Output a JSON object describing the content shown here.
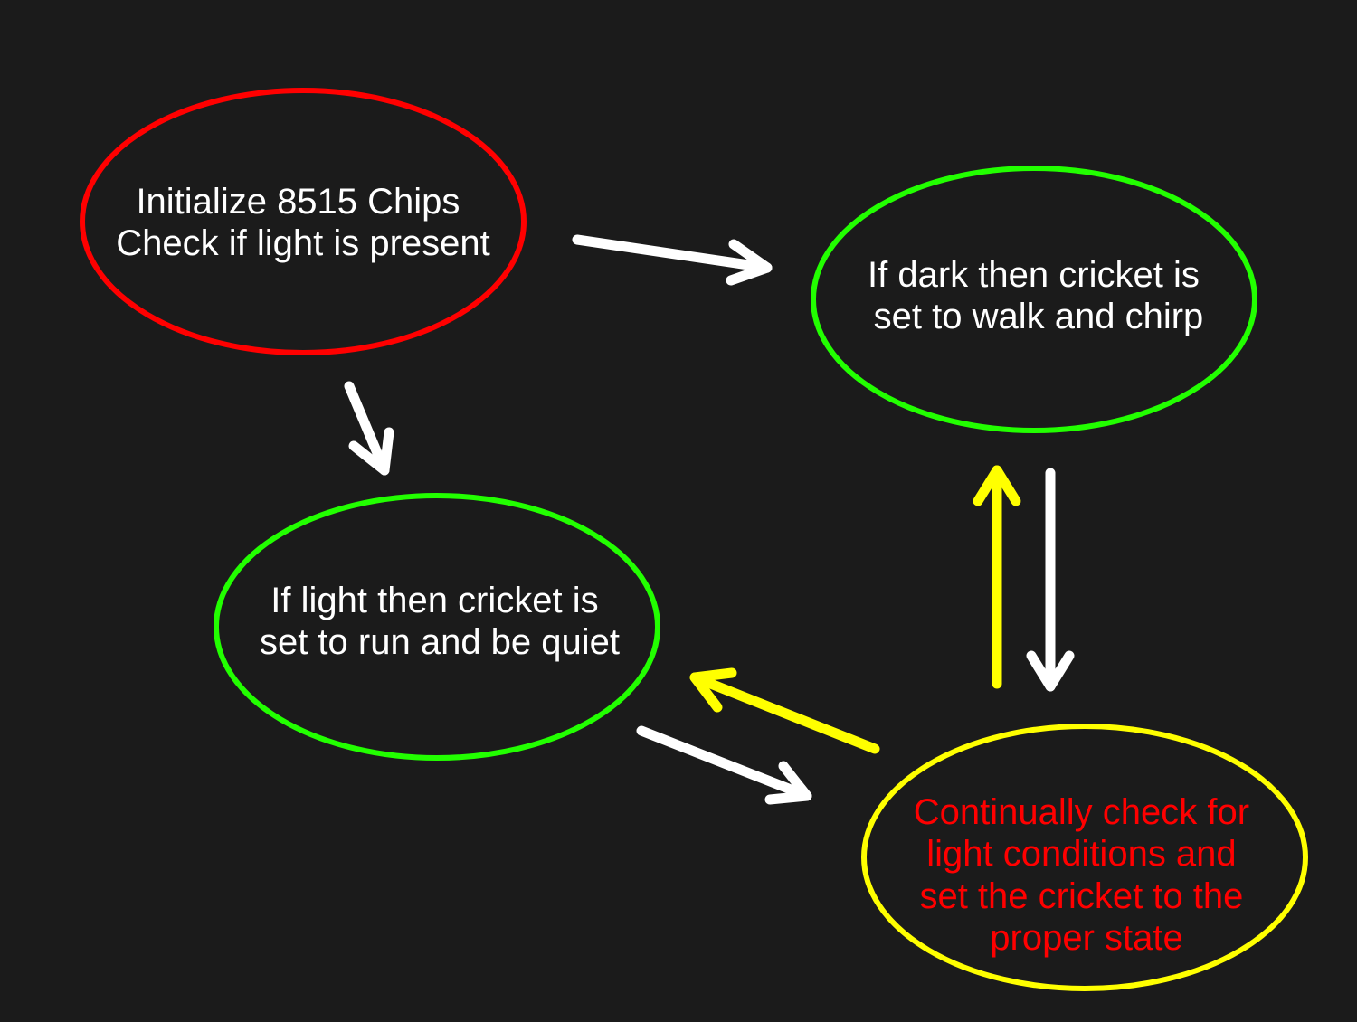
{
  "colors": {
    "background": "#1b1b1b",
    "red": "#ff0000",
    "green": "#22ff00",
    "yellow": "#ffff00",
    "white": "#ffffff"
  },
  "nodes": {
    "init": {
      "lines": [
        "Initialize 8515 Chips",
        "Check if light is present"
      ],
      "border_color": "#ff0000",
      "text_color": "#ffffff"
    },
    "dark": {
      "lines": [
        "If dark then cricket is",
        "set to walk and chirp"
      ],
      "border_color": "#22ff00",
      "text_color": "#ffffff"
    },
    "light": {
      "lines": [
        "If light then cricket is",
        "set to run and be quiet"
      ],
      "border_color": "#22ff00",
      "text_color": "#ffffff"
    },
    "check": {
      "lines": [
        "Continually check for",
        "light conditions and",
        "set the cricket to the",
        "proper state"
      ],
      "border_color": "#ffff00",
      "text_color": "#ff0000"
    }
  },
  "edges": [
    {
      "from": "init",
      "to": "dark",
      "color": "#ffffff"
    },
    {
      "from": "init",
      "to": "light",
      "color": "#ffffff"
    },
    {
      "from": "dark",
      "to": "check",
      "color": "#ffffff"
    },
    {
      "from": "check",
      "to": "dark",
      "color": "#ffff00"
    },
    {
      "from": "light",
      "to": "check",
      "color": "#ffffff"
    },
    {
      "from": "check",
      "to": "light",
      "color": "#ffff00"
    }
  ]
}
